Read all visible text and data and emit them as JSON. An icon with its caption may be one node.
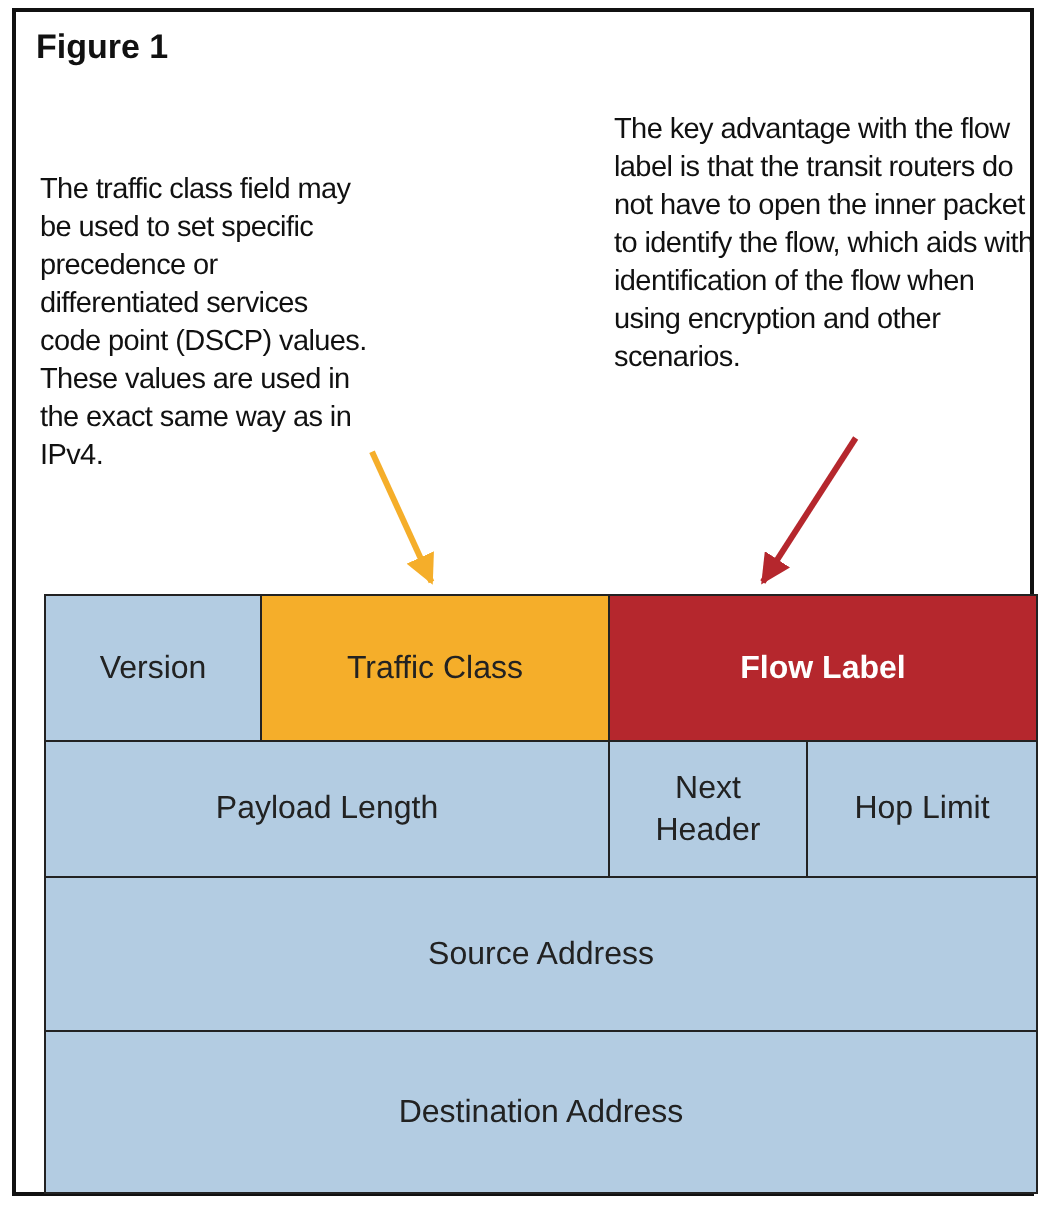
{
  "diagram": {
    "title": "Figure 1",
    "nodes": [
      {
        "text": [
          "The traffic class field may be used to set specific precedence or differentiated services code point (DSCP) values. These values are used in the exact same way as in IPv4."
        ]
      },
      {
        "text": [
          "The key advantage with the flow label is that the transit routers do not have to open the inner packet to identify the flow, which aids with identification of the flow when using encryption and other scenarios."
        ]
      },
      {
        "text": [
          "Version"
        ]
      },
      {
        "text": [
          "Traffic Class"
        ]
      },
      {
        "text": [
          "Flow Label"
        ]
      },
      {
        "text": [
          "Payload Length"
        ]
      },
      {
        "text": [
          "Next Header"
        ]
      },
      {
        "text": [
          "Hop Limit"
        ]
      },
      {
        "text": [
          "Source Address"
        ]
      },
      {
        "text": [
          "Destination Address"
        ]
      }
    ],
    "edges": [
      {
        "from": 0,
        "to": 3,
        "arrow": "to",
        "color": "#f5ae2a"
      },
      {
        "from": 1,
        "to": 4,
        "arrow": "to",
        "color": "#b5272d"
      }
    ]
  }
}
